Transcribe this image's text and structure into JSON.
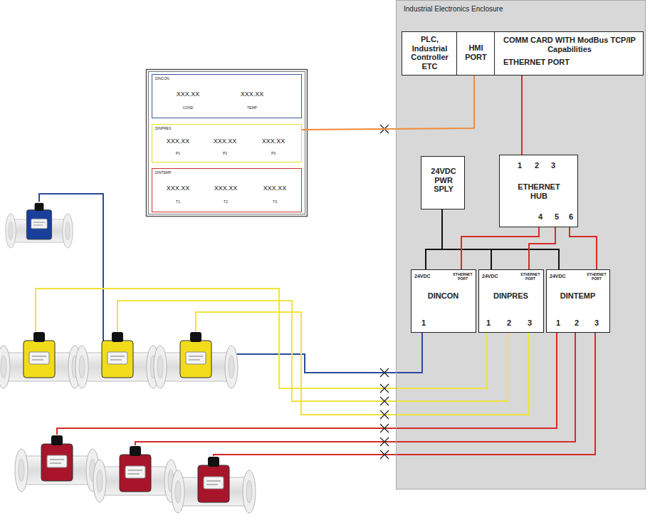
{
  "diagram": {
    "nodes": [
      {
        "text": [
          "Industrial Electronics Enclosure"
        ]
      },
      {
        "text": [
          "PLC, Industrial Controller ETC"
        ],
        "in": 0
      },
      {
        "text": [
          "HMI PORT"
        ],
        "in": 0
      },
      {
        "text": [
          "COMM CARD WITH ModBus TCP/IP Capabilities",
          "ETHERNET PORT"
        ],
        "in": 0
      },
      {
        "text": [
          "24VDC PWR SPLY"
        ],
        "in": 0
      },
      {
        "text": [
          "1",
          "2",
          "3",
          "ETHERNET HUB",
          "4",
          "5",
          "6"
        ],
        "in": 0
      },
      {
        "text": [
          "24VDC",
          "ETHERNET PORT",
          "DINCON",
          "1"
        ],
        "in": 0
      },
      {
        "text": [
          "24VDC",
          "ETHERNET PORT",
          "DINPRES",
          "1",
          "2",
          "3"
        ],
        "in": 0
      },
      {
        "text": [
          "24VDC",
          "ETHERNET PORT",
          "DINTEMP",
          "1",
          "2",
          "3"
        ],
        "in": 0
      },
      {
        "text": [
          "DINCON",
          "XXX.XX",
          "XXX.XX",
          "COND",
          "TEMP"
        ]
      },
      {
        "text": [
          "DINPRES",
          "XXX.XX",
          "XXX.XX",
          "XXX.XX",
          "P1",
          "P2",
          "P3"
        ]
      },
      {
        "text": [
          "DINTEMP",
          "XXX.XX",
          "XXX.XX",
          "XXX.XX",
          "T1",
          "T2",
          "T3"
        ]
      }
    ],
    "edges": [
      {
        "from": 10,
        "to": 2,
        "arrow": "none"
      },
      {
        "from": 3,
        "to": 5,
        "arrow": "none"
      },
      {
        "from": 4,
        "to": 6,
        "arrow": "none"
      },
      {
        "from": 4,
        "to": 7,
        "arrow": "none"
      },
      {
        "from": 4,
        "to": 8,
        "arrow": "none"
      },
      {
        "from": 5,
        "to": 6,
        "arrow": "none"
      },
      {
        "from": 5,
        "to": 7,
        "arrow": "none"
      },
      {
        "from": 5,
        "to": 8,
        "arrow": "none"
      }
    ]
  }
}
